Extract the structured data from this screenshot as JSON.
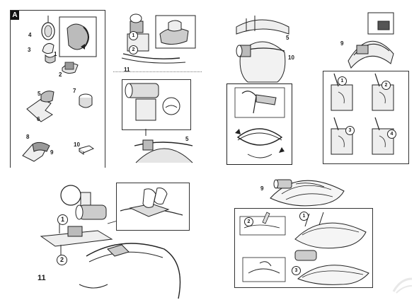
{
  "section_tag": "A",
  "panel_a": {
    "labels": [
      "4",
      "3",
      "1",
      "2",
      "5",
      "6",
      "7",
      "8",
      "9",
      "10"
    ]
  },
  "panel_b": {
    "labels": [
      "11",
      "5"
    ]
  },
  "panel_c": {
    "labels": [
      "5",
      "10"
    ]
  },
  "panel_d": {
    "labels": [
      "9"
    ],
    "steps": [
      "1",
      "2",
      "3",
      "4"
    ]
  },
  "panel_e": {
    "labels": [
      "11"
    ],
    "steps": [
      "1",
      "2"
    ]
  },
  "panel_f": {
    "labels": [
      "9"
    ],
    "steps": [
      "1",
      "2",
      "3"
    ]
  }
}
